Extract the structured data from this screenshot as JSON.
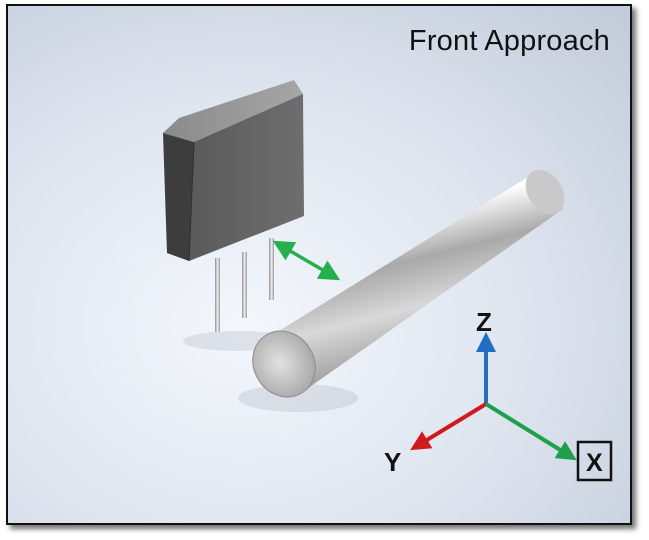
{
  "title": "Front Approach",
  "axes": {
    "z_label": "Z",
    "y_label": "Y",
    "x_label": "X"
  },
  "colors": {
    "z_axis": "#1f6fc4",
    "y_axis": "#d21a1a",
    "x_axis": "#1ea04a",
    "distance_arrow": "#22b14c"
  }
}
